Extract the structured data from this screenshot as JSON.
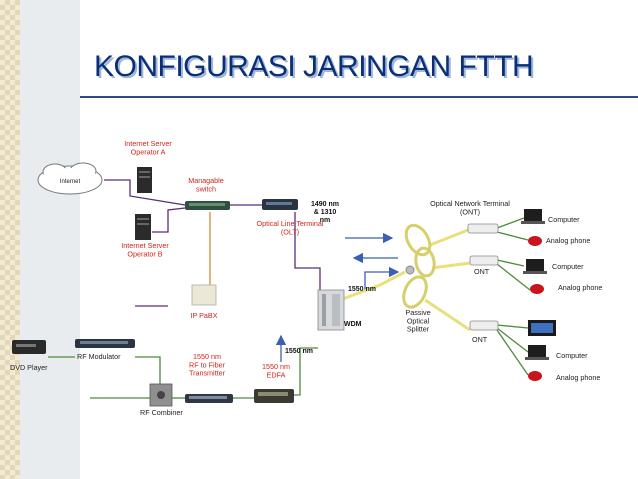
{
  "title": "KONFIGURASI JARINGAN FTTH",
  "nodes": {
    "internet": "Internet",
    "server_a": "Internet Server\nOperator A",
    "server_b": "Internet Server\nOperator B",
    "switch": "Managable\nswitch",
    "olt": "Optical Line Terminal\n(OLT)",
    "ip_pabx": "IP PaBX",
    "dvd_player": "DVD Player",
    "rf_modulator": "RF Modulator",
    "rf_combiner": "RF Combiner",
    "rf_to_fiber": "1550 nm\nRF to Fiber\nTransmitter",
    "edfa": "1550 nm\nEDFA",
    "wdm": "WDM",
    "splitter": "Passive\nOptical\nSplitter",
    "ont_header": "Optical Network Terminal\n(ONT)",
    "ont": "ONT",
    "computer": "Computer",
    "analog_phone": "Analog phone"
  },
  "annotations": {
    "wl_1490": "1490 nm\n& 1310\nnm",
    "wl_1550_a": "1550 nm",
    "wl_1550_b": "1550 nm"
  },
  "colors": {
    "title": "#0b2e78",
    "label_red": "#d0241c",
    "label_dark": "#222222",
    "line_green": "#4c8a3a",
    "line_blue": "#3b5fb5",
    "line_purple": "#5b2d7c",
    "line_orange": "#d98a3a",
    "fiber_yellow": "#e8e07a"
  }
}
